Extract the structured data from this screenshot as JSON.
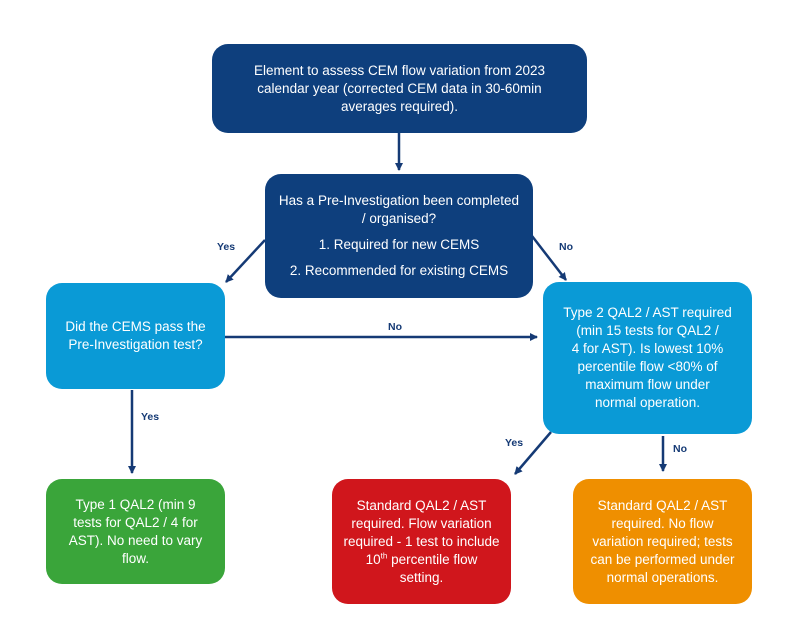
{
  "colors": {
    "connector": "#153a75",
    "start": "#0e3f7d",
    "decision": "#0a9ad6",
    "type1": "#3aa53a",
    "flow_variation": "#d0161c",
    "no_variation": "#ef8f00"
  },
  "nodes": {
    "start": {
      "lines": [
        "Element to assess CEM flow variation from 2023",
        "calendar year (corrected CEM data in 30-60min",
        "averages required)."
      ]
    },
    "pre_investigation": {
      "question": [
        "Has a Pre-Investigation been completed",
        "/ organised?"
      ],
      "item1": "1. Required for new CEMS",
      "item2": "2. Recommended for existing CEMS"
    },
    "pass_test": {
      "lines": [
        "Did the CEMS pass the",
        "Pre-Investigation test?"
      ]
    },
    "type2": {
      "lines": [
        "Type 2 QAL2 / AST required",
        "(min 15 tests for QAL2 /",
        "4 for AST). Is lowest 10%",
        "percentile flow <80% of",
        "maximum flow under",
        "normal operation."
      ]
    },
    "type1": {
      "lines": [
        "Type 1 QAL2 (min 9",
        "tests for QAL2 / 4 for",
        "AST). No need to vary",
        "flow."
      ]
    },
    "flow_variation": {
      "lines": [
        "Standard QAL2 / AST",
        "required. Flow variation",
        "required - 1 test to include"
      ],
      "line4_num": "10",
      "line4_sup": "th",
      "line4_rest": " percentile flow",
      "line5": "setting."
    },
    "no_variation": {
      "lines": [
        "Standard QAL2 / AST",
        "required. No flow",
        "variation required; tests",
        "can be performed under",
        "normal operations."
      ]
    }
  },
  "edge_labels": {
    "pre_yes": "Yes",
    "pre_no": "No",
    "pass_no": "No",
    "pass_yes": "Yes",
    "type2_yes": "Yes",
    "type2_no": "No"
  }
}
